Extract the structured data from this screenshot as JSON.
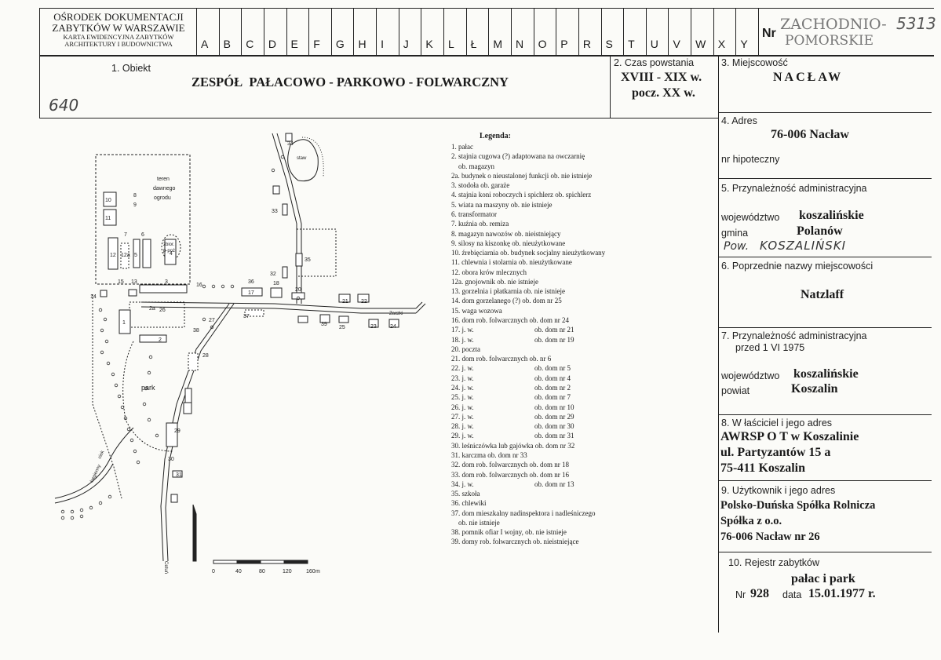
{
  "header": {
    "institution": [
      "OŚRODEK DOKUMENTACJI",
      "ZABYTKÓW W WARSZAWIE"
    ],
    "card_type": [
      "KARTA EWIDENCYJNA ZABYTKÓW",
      "ARCHITEKTURY I BUDOWNICTWA"
    ],
    "letters": [
      "A",
      "B",
      "C",
      "D",
      "E",
      "F",
      "G",
      "H",
      "I",
      "J",
      "K",
      "L",
      "Ł",
      "M",
      "N",
      "O",
      "P",
      "R",
      "S",
      "T",
      "U",
      "V",
      "W",
      "X",
      "Y"
    ],
    "nr_label": "Nr",
    "stamp_line1": "ZACHODNIO-",
    "stamp_line2": "POMORSKIE",
    "handwritten_number": "5313"
  },
  "object": {
    "label": "1. Obiekt",
    "name": "ZESPÓŁ  PAŁACOWO - PARKOWO - FOLWARCZNY",
    "handwritten_note": "640"
  },
  "period": {
    "label": "2. Czas powstania",
    "line1": "XVIII - XIX w.",
    "line2": "pocz. XX w."
  },
  "locality": {
    "label": "3. Miejscowość",
    "value": "NACŁAW"
  },
  "address": {
    "label": "4. Adres",
    "value": "76-006 Nacław",
    "mortgage_label": "nr hipoteczny"
  },
  "admin": {
    "label": "5. Przynależność administracyjna",
    "voivodeship_label": "województwo",
    "voivodeship": "koszalińskie",
    "commune_label": "gmina",
    "commune": "Polanów",
    "handwritten_prefix": "Pow.",
    "handwritten_county": "KOSZALIŃSKI"
  },
  "prev_names": {
    "label": "6. Poprzednie nazwy miejscowości",
    "value": "Natzlaff"
  },
  "admin_before": {
    "label_line1": "7. Przynależność administracyjna",
    "label_line2": "przed 1 VI 1975",
    "voivodeship_label": "województwo",
    "voivodeship": "koszalińskie",
    "county_label": "powiat",
    "county": "Koszalin"
  },
  "owner": {
    "label": "8. W łaściciel i jego adres",
    "lines": [
      "AWRSP O T w Koszalinie",
      "ul. Partyzantów 15 a",
      "75-411 Koszalin"
    ]
  },
  "user": {
    "label": "9. Użytkownik i jego adres",
    "lines": [
      "Polsko-Duńska Spółka Rolnicza",
      "Spółka z o.o.",
      "76-006 Nacław nr 26"
    ]
  },
  "register": {
    "label": "10. Rejestr zabytków",
    "value": "pałac i park",
    "nr_label": "Nr",
    "nr": "928",
    "date_label": "data",
    "date": "15.01.1977 r."
  },
  "legend": {
    "title": "Legenda:",
    "items": [
      {
        "text": "1. pałac",
        "ref": ""
      },
      {
        "text": "2. stajnia cugowa (?) adaptowana na owczarnię",
        "ref": ""
      },
      {
        "text": "    ob. magazyn",
        "ref": ""
      },
      {
        "text": "2a. budynek o nieustalonej funkcji ob. nie istnieje",
        "ref": ""
      },
      {
        "text": "3. stodoła ob. garaże",
        "ref": ""
      },
      {
        "text": "4. stajnia koni roboczych i spichlerz ob. spichlerz",
        "ref": ""
      },
      {
        "text": "5. wiata na maszyny ob. nie istnieje",
        "ref": ""
      },
      {
        "text": "6. transformator",
        "ref": ""
      },
      {
        "text": "7. kuźnia ob. remiza",
        "ref": ""
      },
      {
        "text": "8. magazyn nawozów ob. nieistniejący",
        "ref": ""
      },
      {
        "text": "9. silosy na kiszonkę ob. nieużytkowane",
        "ref": ""
      },
      {
        "text": "10. źrebięciarnia ob. budynek socjalny nieużytkowany",
        "ref": ""
      },
      {
        "text": "11. chlewnia i stolarnia ob. nieużytkowane",
        "ref": ""
      },
      {
        "text": "12. obora krów mlecznych",
        "ref": ""
      },
      {
        "text": "12a. gnojownik ob. nie istnieje",
        "ref": ""
      },
      {
        "text": "13. gorzelnia i płatkarnia ob. nie istnieje",
        "ref": ""
      },
      {
        "text": "14. dom gorzelanego (?) ob. dom nr 25",
        "ref": ""
      },
      {
        "text": "15. waga wozowa",
        "ref": ""
      },
      {
        "text": "16. dom rob. folwarcznych ob. dom nr 24",
        "ref": ""
      },
      {
        "text": "17. j. w.",
        "ref": "ob. dom nr 21"
      },
      {
        "text": "18. j. w.",
        "ref": "ob. dom nr 19"
      },
      {
        "text": "20. poczta",
        "ref": ""
      },
      {
        "text": "21. dom rob. folwarcznych ob. nr 6",
        "ref": ""
      },
      {
        "text": "22. j. w.",
        "ref": "ob. dom nr 5"
      },
      {
        "text": "23. j. w.",
        "ref": "ob. dom nr 4"
      },
      {
        "text": "24. j. w.",
        "ref": "ob. dom nr 2"
      },
      {
        "text": "25. j. w.",
        "ref": "ob. dom nr 7"
      },
      {
        "text": "26. j. w.",
        "ref": "ob. dom nr 10"
      },
      {
        "text": "27. j. w.",
        "ref": "ob. dom nr 29"
      },
      {
        "text": "28. j. w.",
        "ref": "ob. dom nr 30"
      },
      {
        "text": "29. j. w.",
        "ref": "ob. dom nr 31"
      },
      {
        "text": "30. leśniczówka lub gajówka ob. dom nr 32",
        "ref": ""
      },
      {
        "text": "31. karczma ob. dom nr 33",
        "ref": ""
      },
      {
        "text": "32. dom rob. folwarcznych ob. dom nr 18",
        "ref": ""
      },
      {
        "text": "33. dom rob. folwarcznych ob. dom nr 16",
        "ref": ""
      },
      {
        "text": "34. j. w.",
        "ref": "ob. dom nr 13"
      },
      {
        "text": "35. szkoła",
        "ref": ""
      },
      {
        "text": "36. chlewiki",
        "ref": ""
      },
      {
        "text": "37. dom mieszkalny nadinspektora i nadleśniczego",
        "ref": ""
      },
      {
        "text": "    ob. nie istnieje",
        "ref": ""
      },
      {
        "text": "38. pomnik ofiar I wojny, ob. nie istnieje",
        "ref": ""
      },
      {
        "text": "39. domy rob. folwarcznych ob. nieistniejące",
        "ref": ""
      }
    ]
  },
  "map": {
    "labels": {
      "garden": [
        "teren",
        "dawnego",
        "ogrodu"
      ],
      "park": "park",
      "pond": "staw",
      "fire_tank": [
        "zbior.",
        "p-poż"
      ],
      "road_top": "Zaczki",
      "road_south": "Cetuń",
      "stream": [
        "ciek",
        "bagienny"
      ]
    },
    "scale_ticks": [
      "0",
      "40",
      "80",
      "120",
      "160"
    ],
    "scale_unit": "m",
    "numbers": [
      "1",
      "2",
      "2a",
      "3",
      "4",
      "5",
      "6",
      "7",
      "8",
      "9",
      "10",
      "11",
      "12",
      "12a",
      "13",
      "14",
      "15",
      "16",
      "17",
      "18",
      "20",
      "21",
      "22",
      "23",
      "24",
      "25",
      "26",
      "27",
      "28",
      "29",
      "30",
      "31",
      "32",
      "33",
      "34",
      "35",
      "36",
      "37",
      "38",
      "39"
    ]
  }
}
